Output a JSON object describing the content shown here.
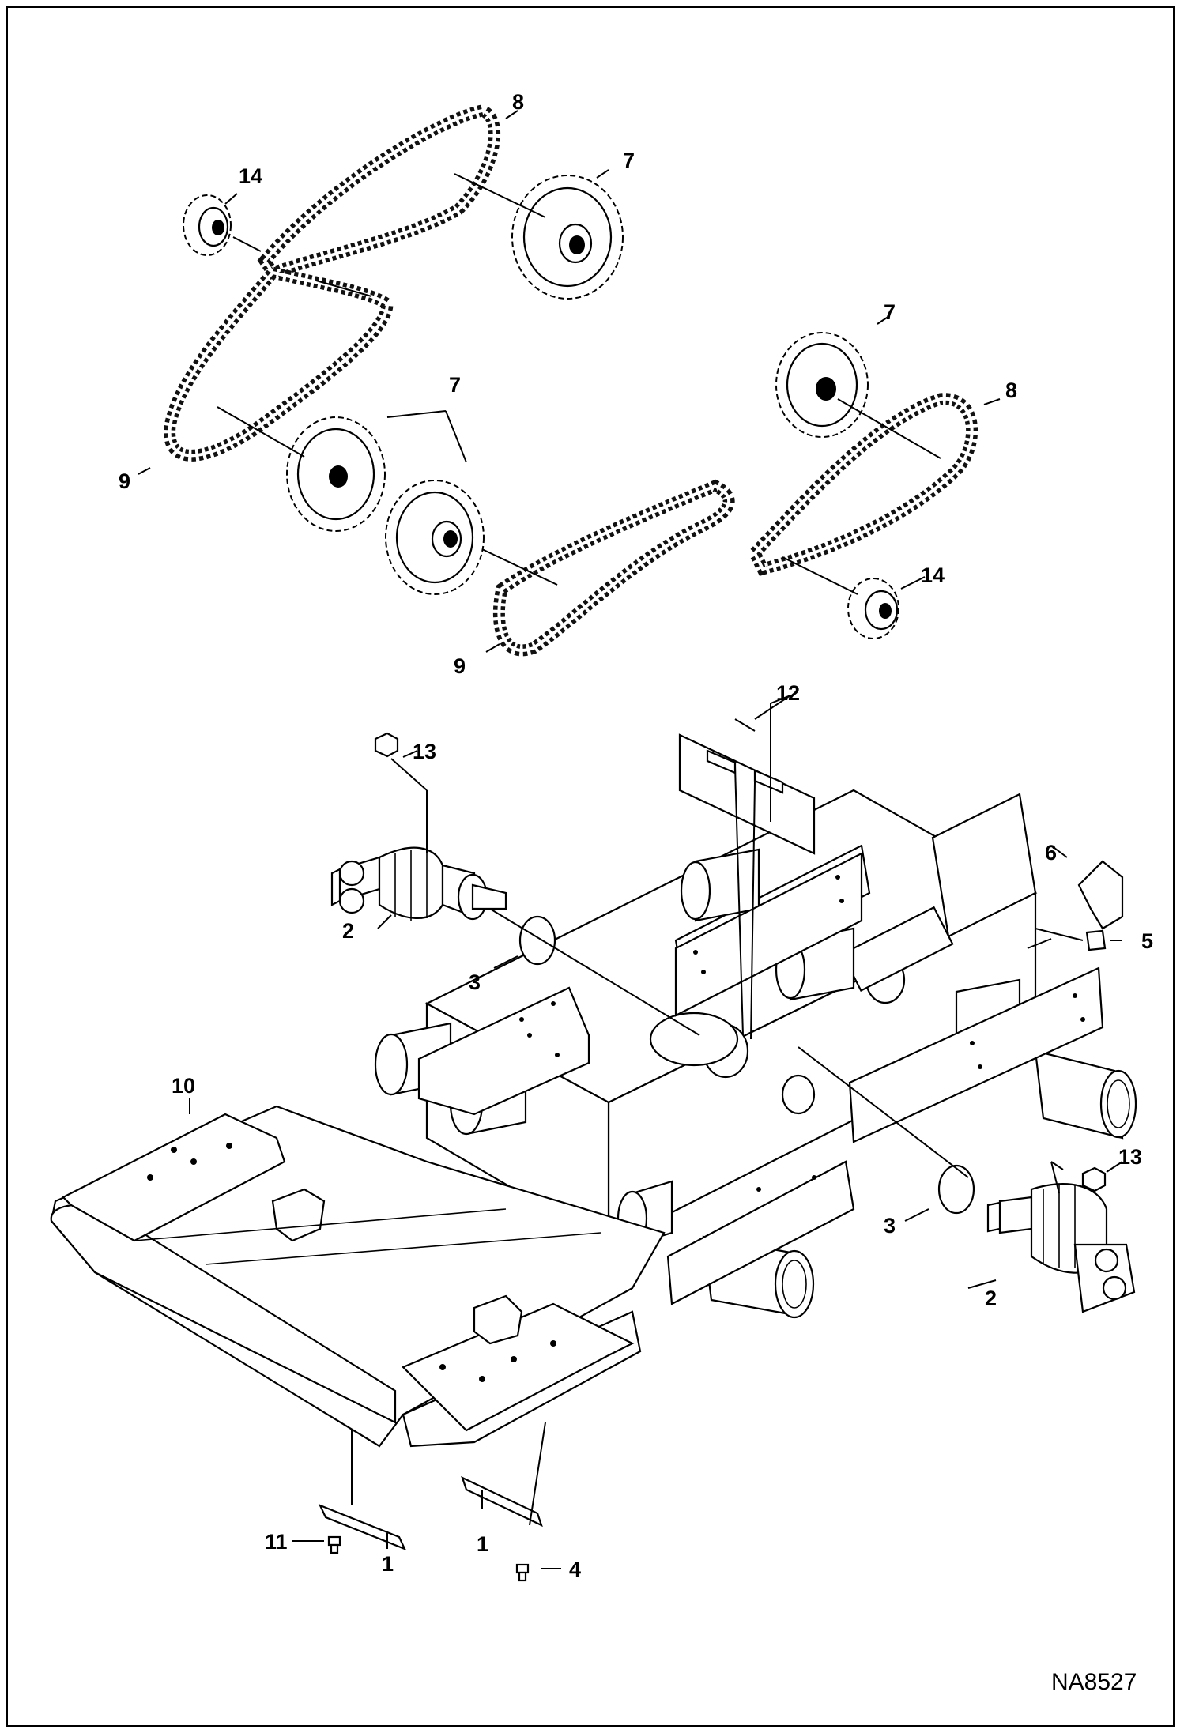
{
  "drawing": {
    "reference_number": "NA8527",
    "callouts": [
      "8",
      "7",
      "14",
      "7",
      "8",
      "9",
      "7",
      "9",
      "14",
      "12",
      "13",
      "6",
      "5",
      "2",
      "3",
      "10",
      "13",
      "3",
      "2",
      "11",
      "1",
      "1",
      "4"
    ]
  }
}
